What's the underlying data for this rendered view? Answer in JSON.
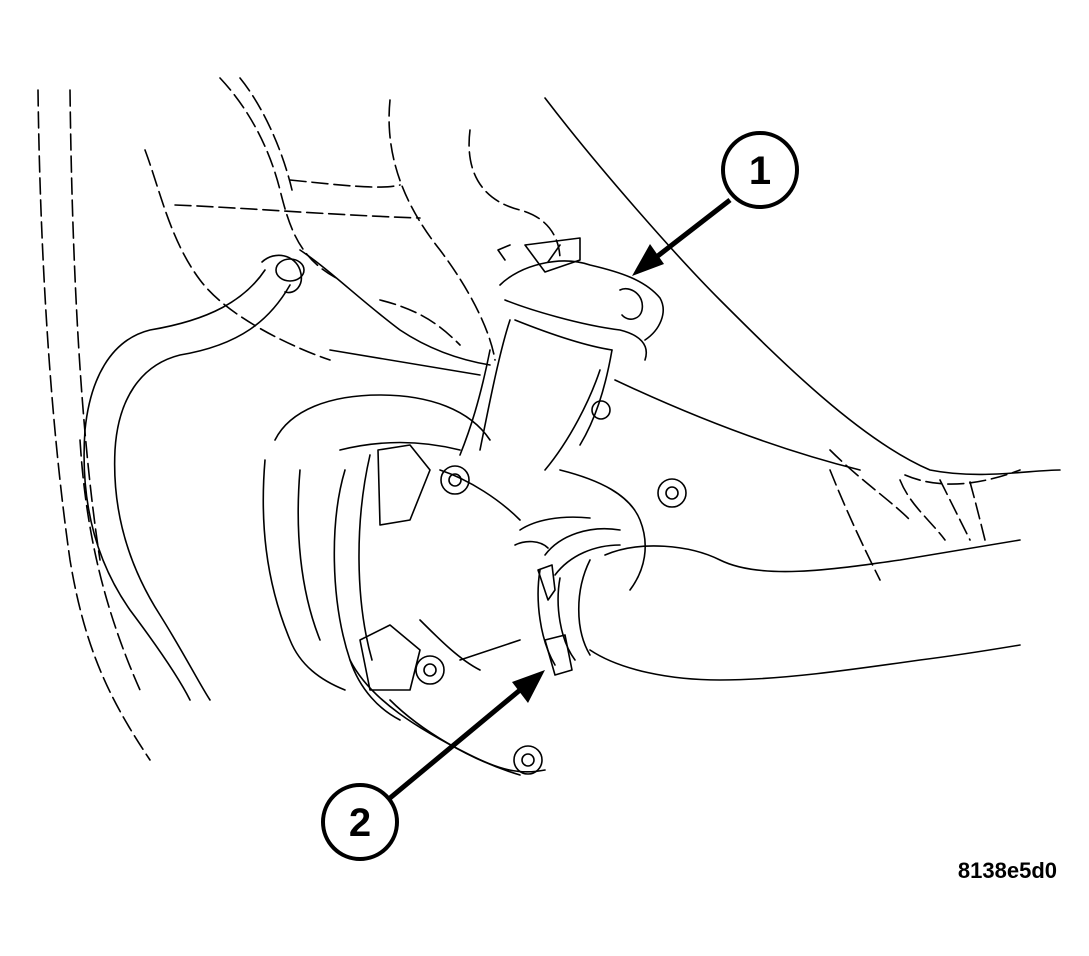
{
  "callouts": [
    {
      "label": "1"
    },
    {
      "label": "2"
    }
  ],
  "figure_id": "8138e5d0",
  "colors": {
    "ink": "#000000",
    "paper": "#ffffff"
  }
}
